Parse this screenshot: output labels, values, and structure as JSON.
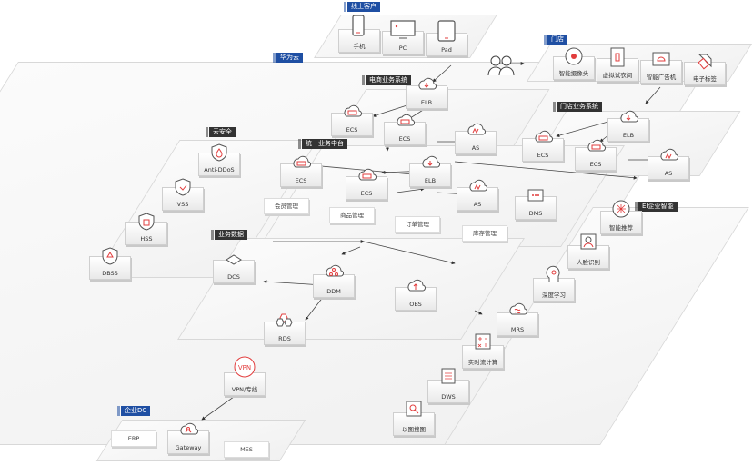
{
  "colors": {
    "accent": "#e23d3d",
    "tag_blue": "#1f4fa3",
    "tag_dark": "#333333"
  },
  "zones": {
    "online": "线上客户",
    "store": "门店",
    "cloud": "华为云",
    "ecommerce": "电商业务系统",
    "store_sys": "门店业务系统",
    "security": "云安全",
    "unified": "统一业务中台",
    "ei": "EI企业智能",
    "data": "业务数据",
    "dc": "企业DC"
  },
  "devices": {
    "phone": "手机",
    "pc": "PC",
    "pad": "Pad"
  },
  "store_items": {
    "camera": "智能摄像头",
    "fitting": "虚拟试衣间",
    "ads": "智能广告机",
    "tag": "电子标签"
  },
  "ecommerce": {
    "elb": "ELB",
    "ecs1": "ECS",
    "ecs2": "ECS",
    "as": "AS"
  },
  "store_sys": {
    "elb": "ELB",
    "ecs1": "ECS",
    "ecs2": "ECS",
    "as": "AS"
  },
  "security": {
    "antiddos": "Anti-DDoS",
    "vss": "VSS",
    "hss": "HSS",
    "dbss": "DBSS"
  },
  "unified": {
    "ecs1": "ECS",
    "ecs2": "ECS",
    "elb": "ELB",
    "as": "AS",
    "dms": "DMS",
    "member": "会员管理",
    "goods": "商品管理",
    "order": "订单管理",
    "stock": "库存管理"
  },
  "ei": {
    "recommend": "智能推荐",
    "face": "人脸识别",
    "dl": "深度学习",
    "mrs": "MRS",
    "stream": "实时流计算",
    "dws": "DWS",
    "image": "以图搜图"
  },
  "data": {
    "dcs": "DCS",
    "ddm": "DDM",
    "obs": "OBS",
    "rds": "RDS"
  },
  "vpn": {
    "icon_text": "VPN",
    "label": "VPN/专线"
  },
  "dc": {
    "erp": "ERP",
    "gateway": "Gateway",
    "mes": "MES"
  },
  "icons": [
    "phone-icon",
    "monitor-icon",
    "tablet-icon",
    "users-icon",
    "camera-icon",
    "mirror-icon",
    "display-icon",
    "tag-icon",
    "cloud-icon",
    "server-icon",
    "shield-icon",
    "lock-icon",
    "chat-icon",
    "grid-icon",
    "face-icon",
    "head-icon",
    "calculator-icon",
    "doc-icon",
    "image-search-icon",
    "hub-icon",
    "upload-icon",
    "vpn-icon"
  ]
}
